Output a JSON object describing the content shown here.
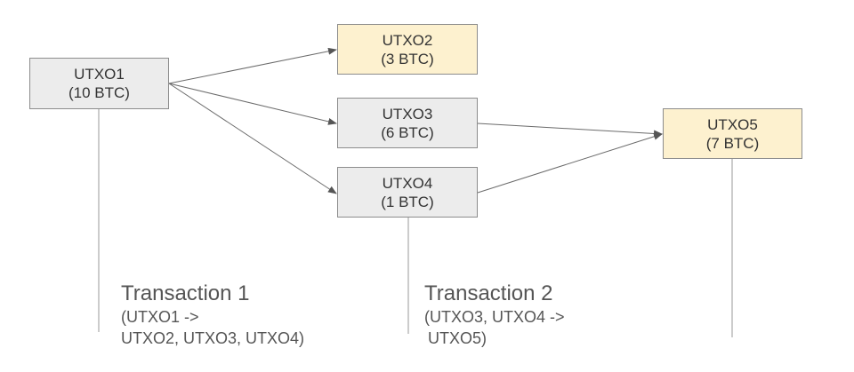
{
  "nodes": {
    "utxo1": {
      "name": "UTXO1",
      "amount": "(10 BTC)"
    },
    "utxo2": {
      "name": "UTXO2",
      "amount": "(3 BTC)"
    },
    "utxo3": {
      "name": "UTXO3",
      "amount": "(6 BTC)"
    },
    "utxo4": {
      "name": "UTXO4",
      "amount": "(1 BTC)"
    },
    "utxo5": {
      "name": "UTXO5",
      "amount": "(7 BTC)"
    }
  },
  "transactions": {
    "tx1": {
      "title": "Transaction 1",
      "detail_line1": "(UTXO1 ->",
      "detail_line2": "UTXO2, UTXO3, UTXO4)"
    },
    "tx2": {
      "title": "Transaction 2",
      "detail_line1": "(UTXO3, UTXO4 ->",
      "detail_line2": "UTXO5)"
    }
  },
  "edges": [
    {
      "from": "UTXO1",
      "to": "UTXO2"
    },
    {
      "from": "UTXO1",
      "to": "UTXO3"
    },
    {
      "from": "UTXO1",
      "to": "UTXO4"
    },
    {
      "from": "UTXO3",
      "to": "UTXO5"
    },
    {
      "from": "UTXO4",
      "to": "UTXO5"
    }
  ],
  "colors": {
    "input_box": "#ececec",
    "output_box": "#fdf1cf",
    "border": "#8c8c8c",
    "line": "#6b6b6b",
    "label_text": "#555555"
  }
}
